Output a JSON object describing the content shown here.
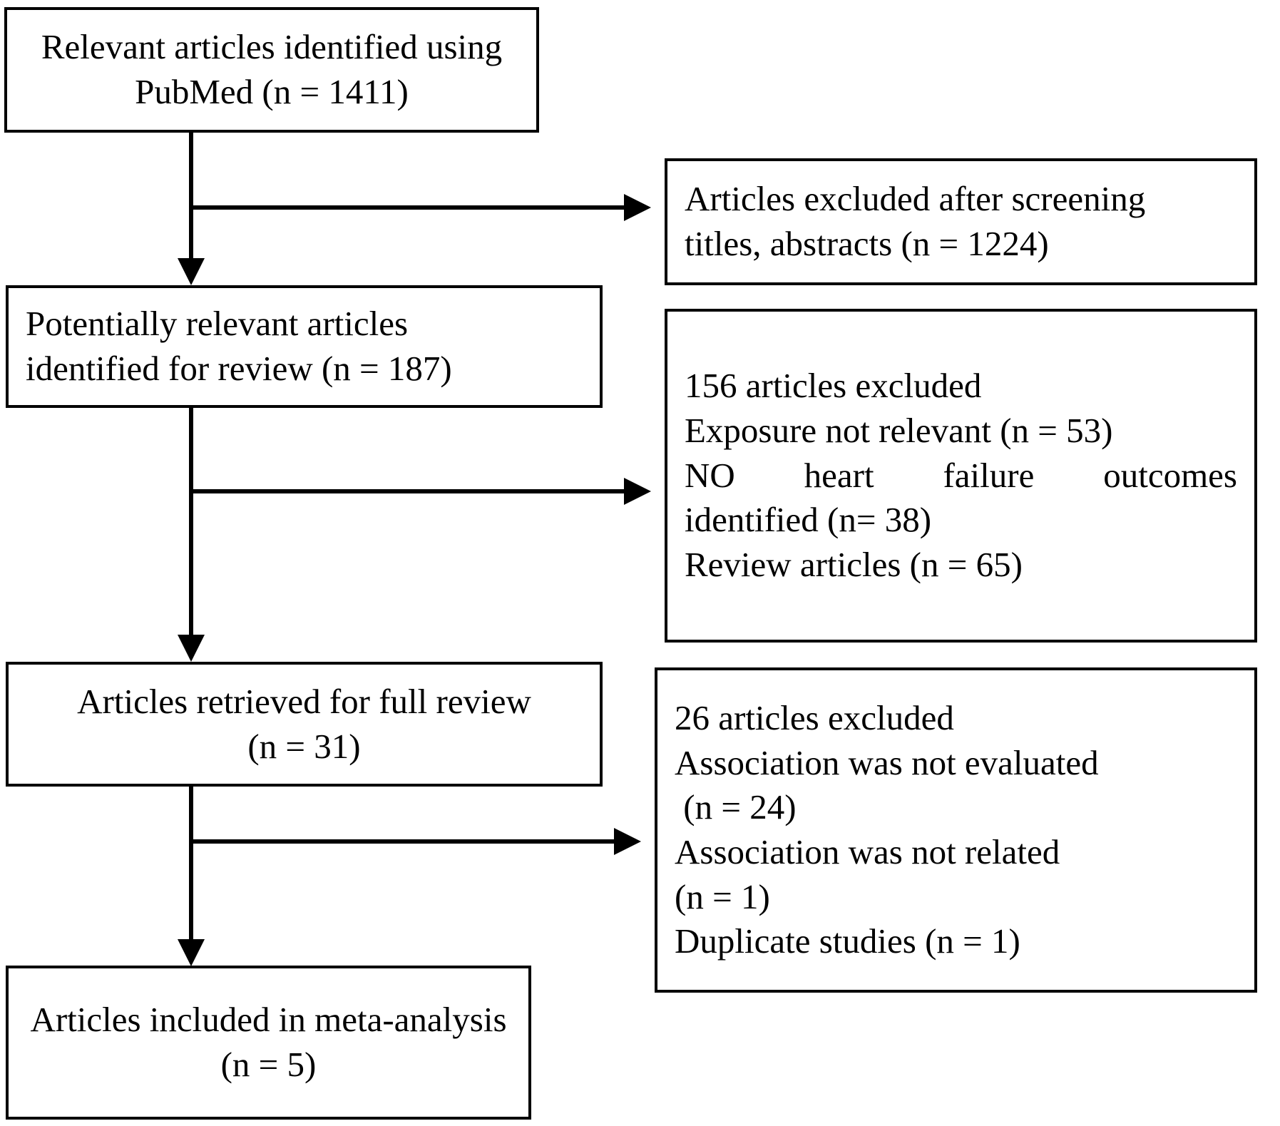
{
  "diagram": {
    "type": "prisma-flow-diagram",
    "title": "",
    "colors": {
      "stroke": "#000000",
      "background": "#ffffff",
      "text": "#000000"
    },
    "flow_nodes": [
      {
        "id": "identified",
        "column": "left",
        "align": "center",
        "lines": [
          "Relevant articles identified using",
          "PubMed (n = 1411)"
        ],
        "n": 1411
      },
      {
        "id": "potentially-relevant",
        "column": "left",
        "align": "left",
        "lines": [
          "Potentially relevant articles",
          "identified for review (n = 187)"
        ],
        "n": 187
      },
      {
        "id": "retrieved-full-review",
        "column": "left",
        "align": "center",
        "lines": [
          "Articles retrieved for full review",
          "(n = 31)"
        ],
        "n": 31
      },
      {
        "id": "included-meta-analysis",
        "column": "left",
        "align": "center",
        "lines": [
          "Articles included in meta-analysis",
          "(n = 5)"
        ],
        "n": 5
      }
    ],
    "exclusion_nodes": [
      {
        "id": "excluded-screening",
        "column": "right",
        "align": "left",
        "lines": [
          "Articles excluded after screening",
          "titles, abstracts (n = 1224)"
        ],
        "n": 1224
      },
      {
        "id": "excluded-156",
        "column": "right",
        "align": "left",
        "heading": "156 articles excluded",
        "lines": [
          "156 articles excluded",
          "Exposure not relevant (n = 53)",
          "NO heart failure outcomes",
          "identified (n= 38)",
          "Review articles (n = 65)"
        ],
        "reasons": [
          {
            "label": "Exposure not relevant",
            "n": 53
          },
          {
            "label": "NO heart failure outcomes identified",
            "n": 38
          },
          {
            "label": "Review articles",
            "n": 65
          }
        ],
        "n": 156
      },
      {
        "id": "excluded-26",
        "column": "right",
        "align": "left",
        "heading": "26 articles excluded",
        "lines": [
          "26 articles excluded",
          "Association was not evaluated",
          " (n = 24)",
          "Association was not related",
          "(n = 1)",
          "Duplicate studies (n = 1)"
        ],
        "reasons": [
          {
            "label": "Association was not evaluated",
            "n": 24
          },
          {
            "label": "Association was not related",
            "n": 1
          },
          {
            "label": "Duplicate studies",
            "n": 1
          }
        ],
        "n": 26
      }
    ],
    "connectors": [
      {
        "id": "identified-to-potentially",
        "kind": "vertical-arrow"
      },
      {
        "id": "identified-to-excluded-screening",
        "kind": "horizontal-arrow"
      },
      {
        "id": "potentially-to-retrieved",
        "kind": "vertical-arrow"
      },
      {
        "id": "potentially-to-excluded-156",
        "kind": "horizontal-arrow"
      },
      {
        "id": "retrieved-to-included",
        "kind": "vertical-arrow"
      },
      {
        "id": "retrieved-to-excluded-26",
        "kind": "horizontal-arrow"
      }
    ]
  }
}
